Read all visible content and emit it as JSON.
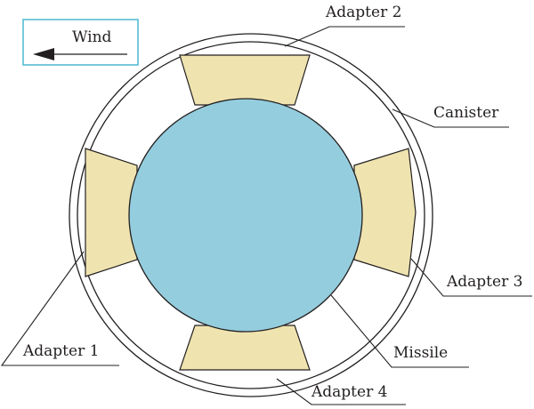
{
  "legend": {
    "wind_label": "Wind"
  },
  "labels": {
    "adapter_1": "Adapter 1",
    "adapter_2": "Adapter 2",
    "adapter_3": "Adapter 3",
    "adapter_4": "Adapter 4",
    "canister": "Canister",
    "missile": "Missile"
  },
  "colors": {
    "adapter_fill": "#efe4b0",
    "missile_fill": "#94cddd",
    "wind_box_border": "#4bb9d2",
    "line": "#231f20"
  }
}
